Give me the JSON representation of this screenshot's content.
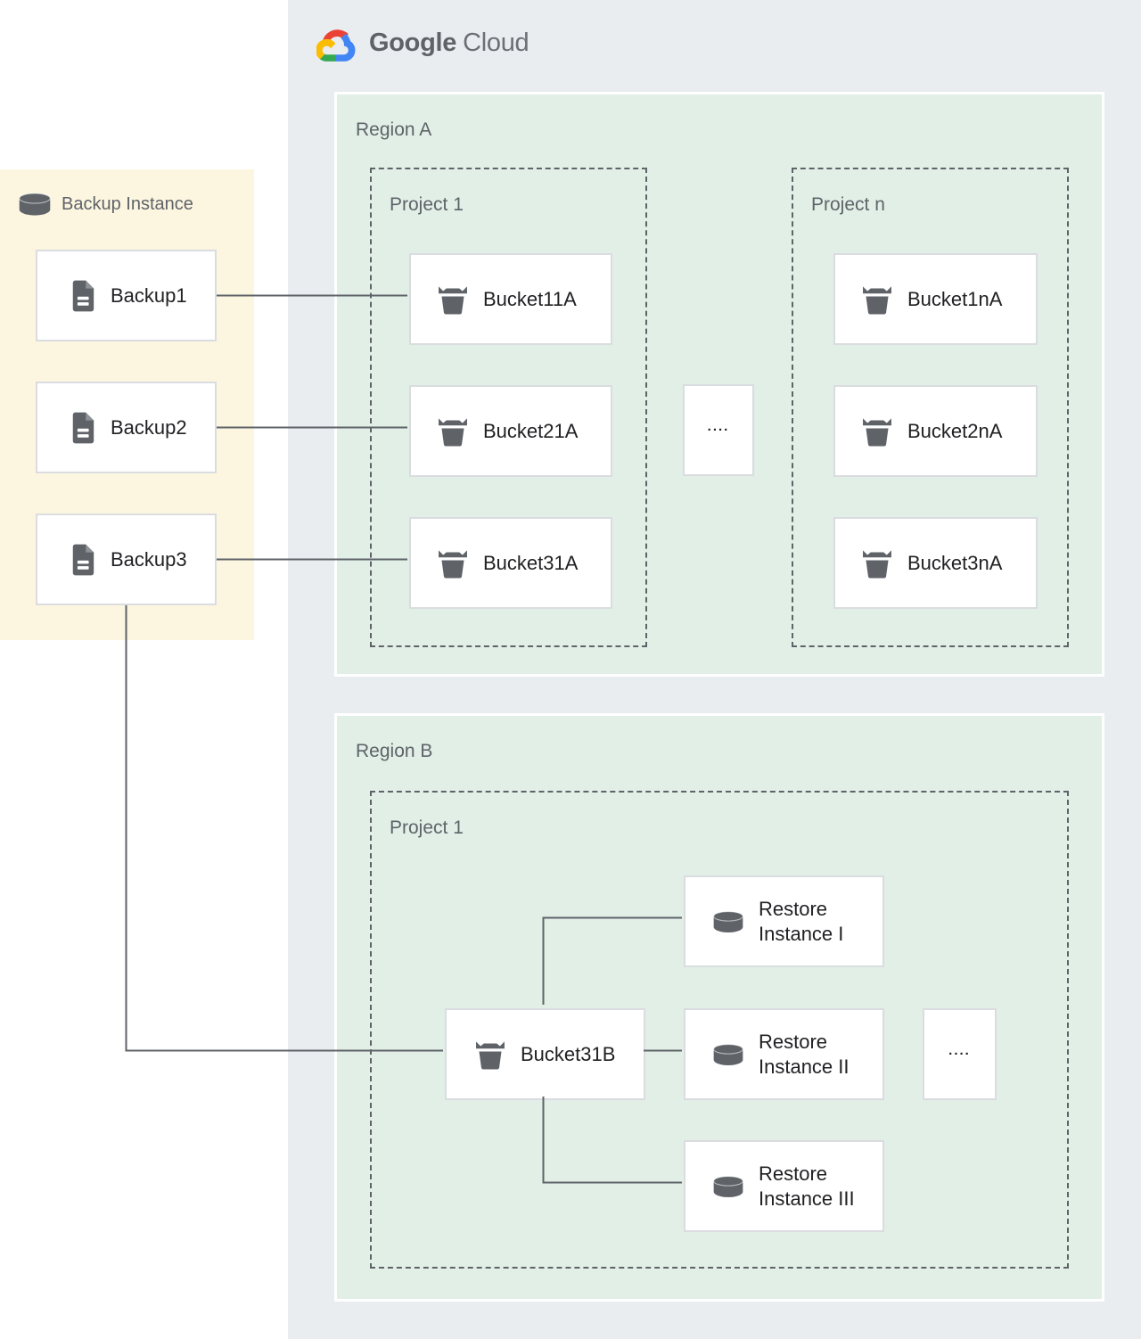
{
  "brand": {
    "part1": "Google",
    "part2": "Cloud"
  },
  "backup_panel": {
    "title": "Backup Instance",
    "items": [
      {
        "label": "Backup1"
      },
      {
        "label": "Backup2"
      },
      {
        "label": "Backup3"
      }
    ]
  },
  "region_a": {
    "label": "Region A",
    "project_1": {
      "label": "Project 1",
      "buckets": [
        {
          "label": "Bucket11A"
        },
        {
          "label": "Bucket21A"
        },
        {
          "label": "Bucket31A"
        }
      ]
    },
    "ellipsis": "....",
    "project_n": {
      "label": "Project n",
      "buckets": [
        {
          "label": "Bucket1nA"
        },
        {
          "label": "Bucket2nA"
        },
        {
          "label": "Bucket3nA"
        }
      ]
    }
  },
  "region_b": {
    "label": "Region B",
    "project_1": {
      "label": "Project 1"
    },
    "bucket": {
      "label": "Bucket31B"
    },
    "restores": [
      {
        "line1": "Restore",
        "line2": "Instance I"
      },
      {
        "line1": "Restore",
        "line2": "Instance II"
      },
      {
        "line1": "Restore",
        "line2": "Instance III"
      }
    ],
    "ellipsis": "...."
  },
  "icons": {
    "cloud_logo": "google-cloud-icon",
    "database": "database-cylinder-icon",
    "document": "document-icon",
    "bucket": "storage-bucket-icon"
  },
  "colors": {
    "cloud_zone_bg": "#E9EDF0",
    "region_bg": "#E1EFE7",
    "backup_panel_bg": "#FCF6E1",
    "card_border": "#DADCE0",
    "icon_gray": "#5F6368",
    "connector_line": "#5F6368",
    "text_dark": "#212124",
    "text_gray": "#5F6368",
    "logo_blue": "#4285F4",
    "logo_red": "#EA4335",
    "logo_yellow": "#FBBC05",
    "logo_green": "#34A853"
  }
}
